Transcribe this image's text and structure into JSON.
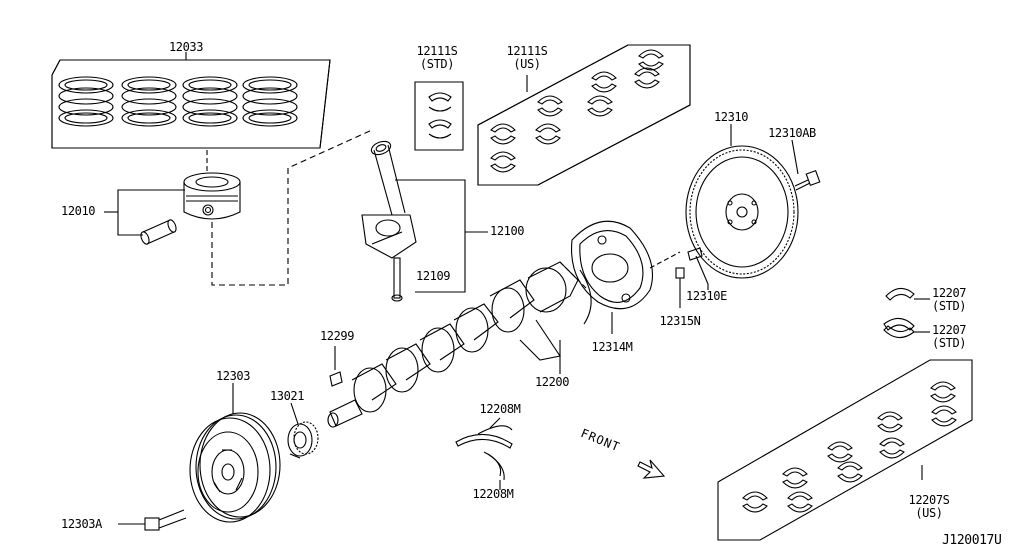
{
  "labels": {
    "p12033": "12033",
    "p12111s_std": "12111S\n(STD)",
    "p12111s_us": "12111S\n(US)",
    "p12010": "12010",
    "p12100": "12100",
    "p12109": "12109",
    "p12310": "12310",
    "p12310ab": "12310AB",
    "p12310e": "12310E",
    "p12315n": "12315N",
    "p12314m": "12314M",
    "p12299": "12299",
    "p12200": "12200",
    "p12303": "12303",
    "p13021": "13021",
    "p12208m_top": "12208M",
    "p12208m_bot": "12208M",
    "p12303a": "12303A",
    "p12207_1": "12207\n(STD)",
    "p12207_2": "12207\n(STD)",
    "p12207s": "12207S\n(US)",
    "front": "FRONT",
    "diagram_code": "J120017U"
  }
}
